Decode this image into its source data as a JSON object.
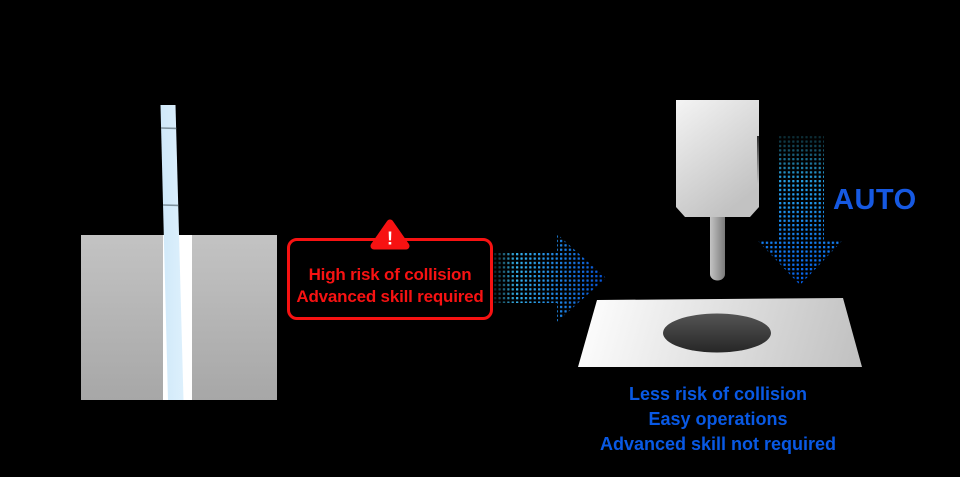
{
  "colors": {
    "background": "#000000",
    "warning_red": "#f71212",
    "arrow_cyan": "#3fc8f0",
    "arrow_blue": "#0551d8",
    "auto_label_blue": "#1659e2",
    "benefit_text_blue": "#0959e4",
    "tool_light_blue": "#d6ecfa",
    "machine_gray": "#c3c3c3",
    "pocket_dark": "#2a2a2a"
  },
  "warning_callout": {
    "icon": "warning-triangle-icon",
    "icon_glyph": "!",
    "lines": [
      "High risk of collision",
      "Advanced skill required"
    ]
  },
  "auto": {
    "label": "AUTO"
  },
  "benefits": {
    "lines": [
      "Less risk of collision",
      "Easy operations",
      "Advanced skill not required"
    ]
  },
  "icons": [
    "warning-triangle-icon",
    "dotted-arrow-right-icon",
    "dotted-arrow-down-icon"
  ]
}
